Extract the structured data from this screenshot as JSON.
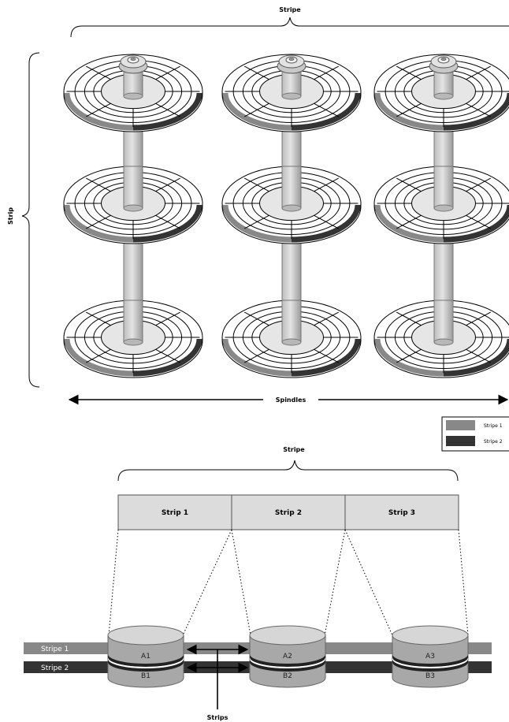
{
  "top": {
    "stripe_label": "Stripe",
    "strip_label": "Strip",
    "spindles_label": "Spindles",
    "legend": [
      {
        "label": "Stripe 1",
        "color": "#888888"
      },
      {
        "label": "Stripe 2",
        "color": "#333333"
      }
    ]
  },
  "bottom": {
    "stripe_label": "Stripe",
    "strips": [
      "Strip 1",
      "Strip 2",
      "Strip 3"
    ],
    "stripe_rows": [
      "Stripe 1",
      "Stripe 2"
    ],
    "disks": [
      {
        "top_label": "A1",
        "bottom_label": "B1"
      },
      {
        "top_label": "A2",
        "bottom_label": "B2"
      },
      {
        "top_label": "A3",
        "bottom_label": "B3"
      }
    ],
    "strips_label": "Strips"
  },
  "colors": {
    "stripe1": "#888888",
    "stripe2": "#333333",
    "strip_box": "#dcdcdc",
    "spindle_light": "#d8d8d8",
    "spindle_dark": "#aaaaaa",
    "hub": "#e6e6e6",
    "disk_body": "#a8a8a8",
    "disk_top": "#d6d6d6"
  }
}
